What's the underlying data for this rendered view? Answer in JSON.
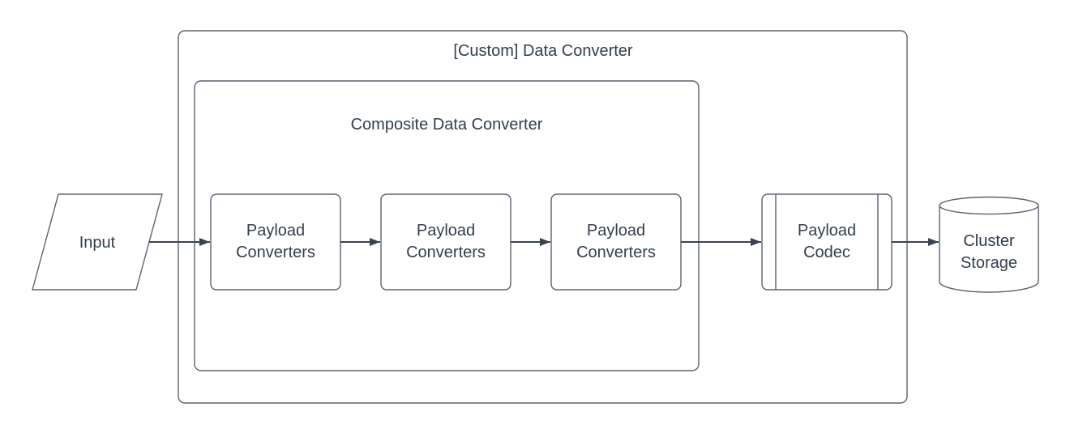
{
  "diagram": {
    "type": "flowchart",
    "background": "#FFFFFF",
    "nodes": {
      "input": {
        "label": "Input",
        "shape": "parallelogram"
      },
      "custom_data_converter": {
        "label": "[Custom] Data Converter",
        "shape": "container"
      },
      "composite_data_converter": {
        "label": "Composite Data Converter",
        "shape": "container",
        "parent": "custom_data_converter"
      },
      "payload_converters_1": {
        "lines": [
          "Payload",
          "Converters"
        ],
        "shape": "process",
        "parent": "composite_data_converter"
      },
      "payload_converters_2": {
        "lines": [
          "Payload",
          "Converters"
        ],
        "shape": "process",
        "parent": "composite_data_converter"
      },
      "payload_converters_3": {
        "lines": [
          "Payload",
          "Converters"
        ],
        "shape": "process",
        "parent": "composite_data_converter"
      },
      "payload_codec": {
        "lines": [
          "Payload",
          "Codec"
        ],
        "shape": "predefined-process",
        "parent": "custom_data_converter"
      },
      "cluster_storage": {
        "lines": [
          "Cluster",
          "Storage"
        ],
        "shape": "cylinder"
      }
    },
    "edges": [
      {
        "from": "input",
        "to": "payload_converters_1"
      },
      {
        "from": "payload_converters_1",
        "to": "payload_converters_2"
      },
      {
        "from": "payload_converters_2",
        "to": "payload_converters_3"
      },
      {
        "from": "payload_converters_3",
        "to": "payload_codec"
      },
      {
        "from": "payload_codec",
        "to": "cluster_storage"
      }
    ],
    "colors": {
      "shape_stroke": "#5A6470",
      "text": "#333E4D",
      "arrow": "#39424E",
      "background": "#FFFFFF"
    }
  }
}
